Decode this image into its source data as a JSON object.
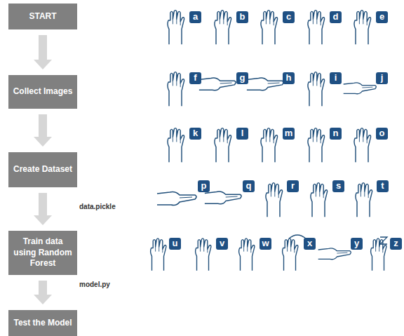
{
  "diagram": {
    "nodes": [
      {
        "text": [
          "START"
        ]
      },
      {
        "text": [
          "Collect Images"
        ]
      },
      {
        "text": [
          "Create Dataset"
        ]
      },
      {
        "text": [
          "Train data using Random Forest"
        ]
      },
      {
        "text": [
          "Test the Model"
        ]
      }
    ],
    "edges": [
      {
        "from": 0,
        "to": 1,
        "arrow": "to"
      },
      {
        "from": 1,
        "to": 2,
        "arrow": "to"
      },
      {
        "from": 2,
        "to": 3,
        "arrow": "to",
        "label": "data.pickle"
      },
      {
        "from": 3,
        "to": 4,
        "arrow": "to",
        "label": "model.py"
      }
    ],
    "labels": [
      "a",
      "b",
      "c",
      "d",
      "e",
      "f",
      "g",
      "h",
      "i",
      "j",
      "k",
      "l",
      "m",
      "n",
      "o",
      "p",
      "q",
      "r",
      "s",
      "t",
      "u",
      "v",
      "w",
      "x",
      "y",
      "z"
    ]
  }
}
